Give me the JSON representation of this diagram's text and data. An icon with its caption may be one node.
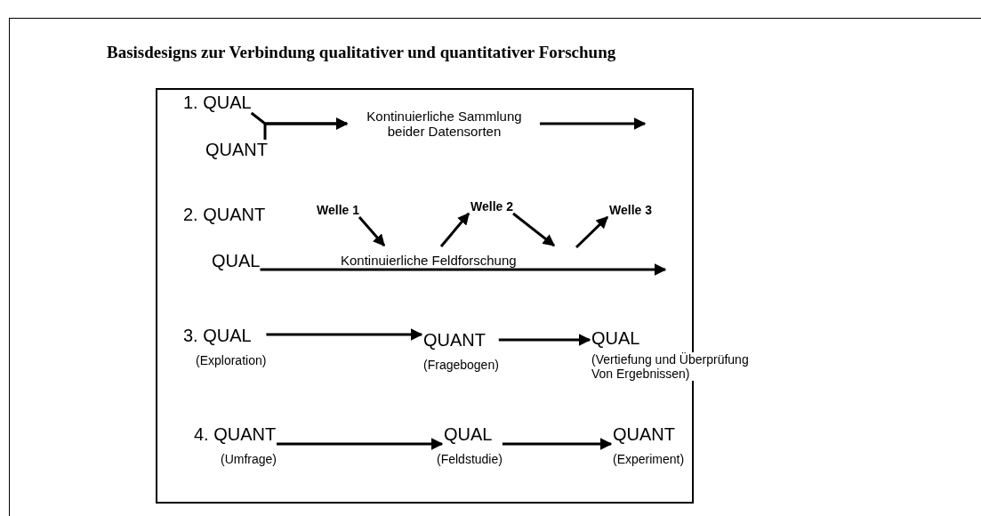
{
  "diagram": {
    "title": "Basisdesigns zur Verbindung qualitativer und quantitativer Forschung",
    "nodes": [
      {
        "text": [],
        "shape": "box"
      },
      {
        "text": [
          "1. QUAL"
        ],
        "in": 0
      },
      {
        "text": [
          "QUANT"
        ],
        "in": 0
      },
      {
        "text": [
          "Kontinuierliche Sammlung beider Datensorten"
        ],
        "in": 0
      },
      {
        "text": [
          "2. QUANT"
        ],
        "in": 0
      },
      {
        "text": [
          "QUAL"
        ],
        "in": 0
      },
      {
        "text": [
          "Welle 1"
        ],
        "in": 0
      },
      {
        "text": [
          "Welle 2"
        ],
        "in": 0
      },
      {
        "text": [
          "Welle 3"
        ],
        "in": 0
      },
      {
        "text": [
          "3. QUAL",
          "(Exploration)"
        ],
        "in": 0
      },
      {
        "text": [
          "QUANT",
          "(Fragebogen)"
        ],
        "in": 0
      },
      {
        "text": [
          "QUAL",
          "(Vertiefung und Überprüfung Von Ergebnissen)"
        ]
      },
      {
        "text": [
          "4. QUANT",
          "(Umfrage)"
        ],
        "in": 0
      },
      {
        "text": [
          "QUAL",
          "(Feldstudie)"
        ],
        "in": 0
      },
      {
        "text": [
          "QUANT",
          "(Experiment)"
        ],
        "in": 0
      }
    ],
    "edges": [
      {
        "from": 1,
        "to": 3,
        "arrow": "to"
      },
      {
        "from": 2,
        "to": 3,
        "arrow": "to"
      },
      {
        "from": 3,
        "to": null,
        "arrow": "to"
      },
      {
        "from": 5,
        "to": null,
        "arrow": "to",
        "label": "Kontinuierliche Feldforschung"
      },
      {
        "from": 6,
        "to": null,
        "arrow": "to"
      },
      {
        "from": null,
        "to": 7,
        "arrow": "to"
      },
      {
        "from": 7,
        "to": null,
        "arrow": "to"
      },
      {
        "from": null,
        "to": 8,
        "arrow": "to"
      },
      {
        "from": 9,
        "to": 10,
        "arrow": "to"
      },
      {
        "from": 10,
        "to": 11,
        "arrow": "to"
      },
      {
        "from": 12,
        "to": 13,
        "arrow": "to"
      },
      {
        "from": 13,
        "to": 14,
        "arrow": "to"
      }
    ]
  }
}
